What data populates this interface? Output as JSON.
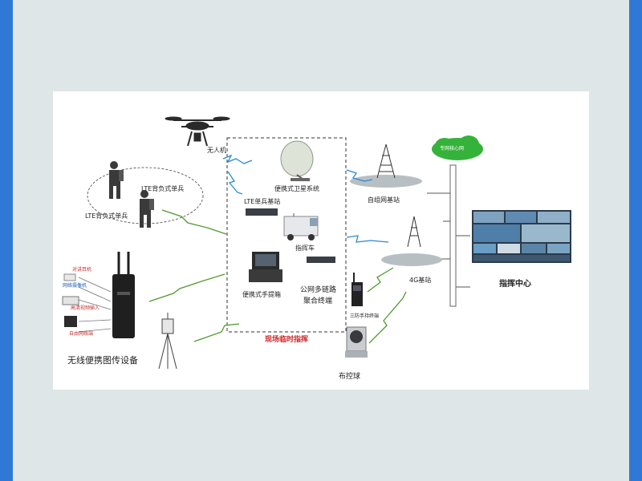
{
  "labels": {
    "drone": "无人机",
    "lte_backpack_1": "LTE背负式单兵",
    "lte_backpack_2": "LTE背负式单兵",
    "portable_satellite": "便携式卫星系统",
    "lte_soldier_station": "LTE单兵基站",
    "command_vehicle": "指挥车",
    "portable_case": "便携式手提箱",
    "public_network_terminal_line1": "公网多链路",
    "public_network_terminal_line2": "聚合终端",
    "onsite_command": "现场临时指挥",
    "ad_hoc_base_station": "自组网基站",
    "base_station_4g": "4G基站",
    "command_center": "指挥中心",
    "three_proof_terminal": "三防手持终端",
    "dome_camera": "布控球",
    "wireless_video_device": "无线便携图传设备",
    "input_1": "对讲耳机",
    "input_2": "网络摄像机",
    "input_3": "高清视频输入",
    "input_4": "自由网络端",
    "cloud": "专网核心网"
  },
  "colors": {
    "accent_red": "#d02525",
    "wireless_green": "#4f9a2e",
    "wireless_blue": "#2a8ad4",
    "frame_blue": "#2f78d6"
  }
}
